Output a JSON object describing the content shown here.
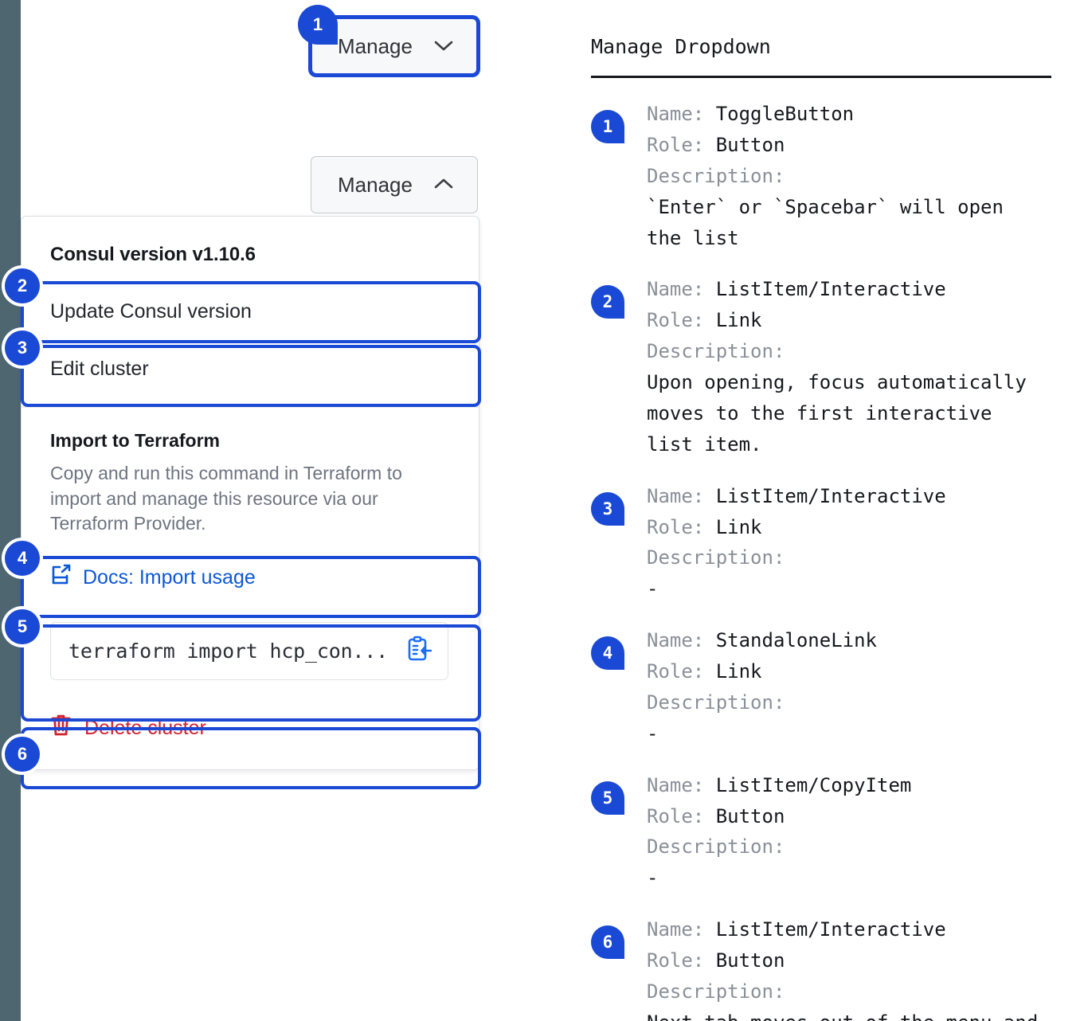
{
  "colors": {
    "accent_blue": "#1a49d6",
    "link_blue": "#0b57d6",
    "danger_red": "#d4202c",
    "rail_slate": "#4d6670",
    "muted_gray": "#8a9099"
  },
  "left_panel": {
    "toggle_button_closed": {
      "label": "Manage",
      "caret": "chevron-down-icon",
      "badge": "1"
    },
    "toggle_button_open": {
      "label": "Manage",
      "caret": "chevron-up-icon"
    },
    "dropdown": {
      "heading": "Consul version v1.10.6",
      "items": [
        {
          "label": "Update Consul version",
          "badge": "2"
        },
        {
          "label": "Edit cluster",
          "badge": "3"
        }
      ],
      "section": {
        "title": "Import to Terraform",
        "description": "Copy and run this command in Terraform to import and manage this resource via our Terraform Provider.",
        "docs_link": {
          "label": "Docs: Import usage",
          "icon": "docs-external-link-icon",
          "badge": "4"
        },
        "copy_field": {
          "value": "terraform import hcp_con...",
          "icon": "copy-clipboard-icon",
          "badge": "5"
        }
      },
      "delete": {
        "label": "Delete cluster",
        "icon": "trash-icon",
        "badge": "6"
      }
    }
  },
  "right_panel": {
    "title": "Manage Dropdown",
    "labels": {
      "name": "Name:",
      "role": "Role:",
      "description": "Description:"
    },
    "entries": [
      {
        "badge": "1",
        "name": "ToggleButton",
        "role": "Button",
        "description": "`Enter` or `Spacebar` will open\nthe list"
      },
      {
        "badge": "2",
        "name": "ListItem/Interactive",
        "role": "Link",
        "description": "Upon opening, focus automatically\nmoves to the first interactive\nlist item."
      },
      {
        "badge": "3",
        "name": "ListItem/Interactive",
        "role": "Link",
        "description": "-"
      },
      {
        "badge": "4",
        "name": "StandaloneLink",
        "role": "Link",
        "description": "-"
      },
      {
        "badge": "5",
        "name": "ListItem/CopyItem",
        "role": "Button",
        "description": "-"
      },
      {
        "badge": "6",
        "name": "ListItem/Interactive",
        "role": "Button",
        "description": "Next tab moves out of the menu and\nto the next focusable element"
      }
    ]
  }
}
